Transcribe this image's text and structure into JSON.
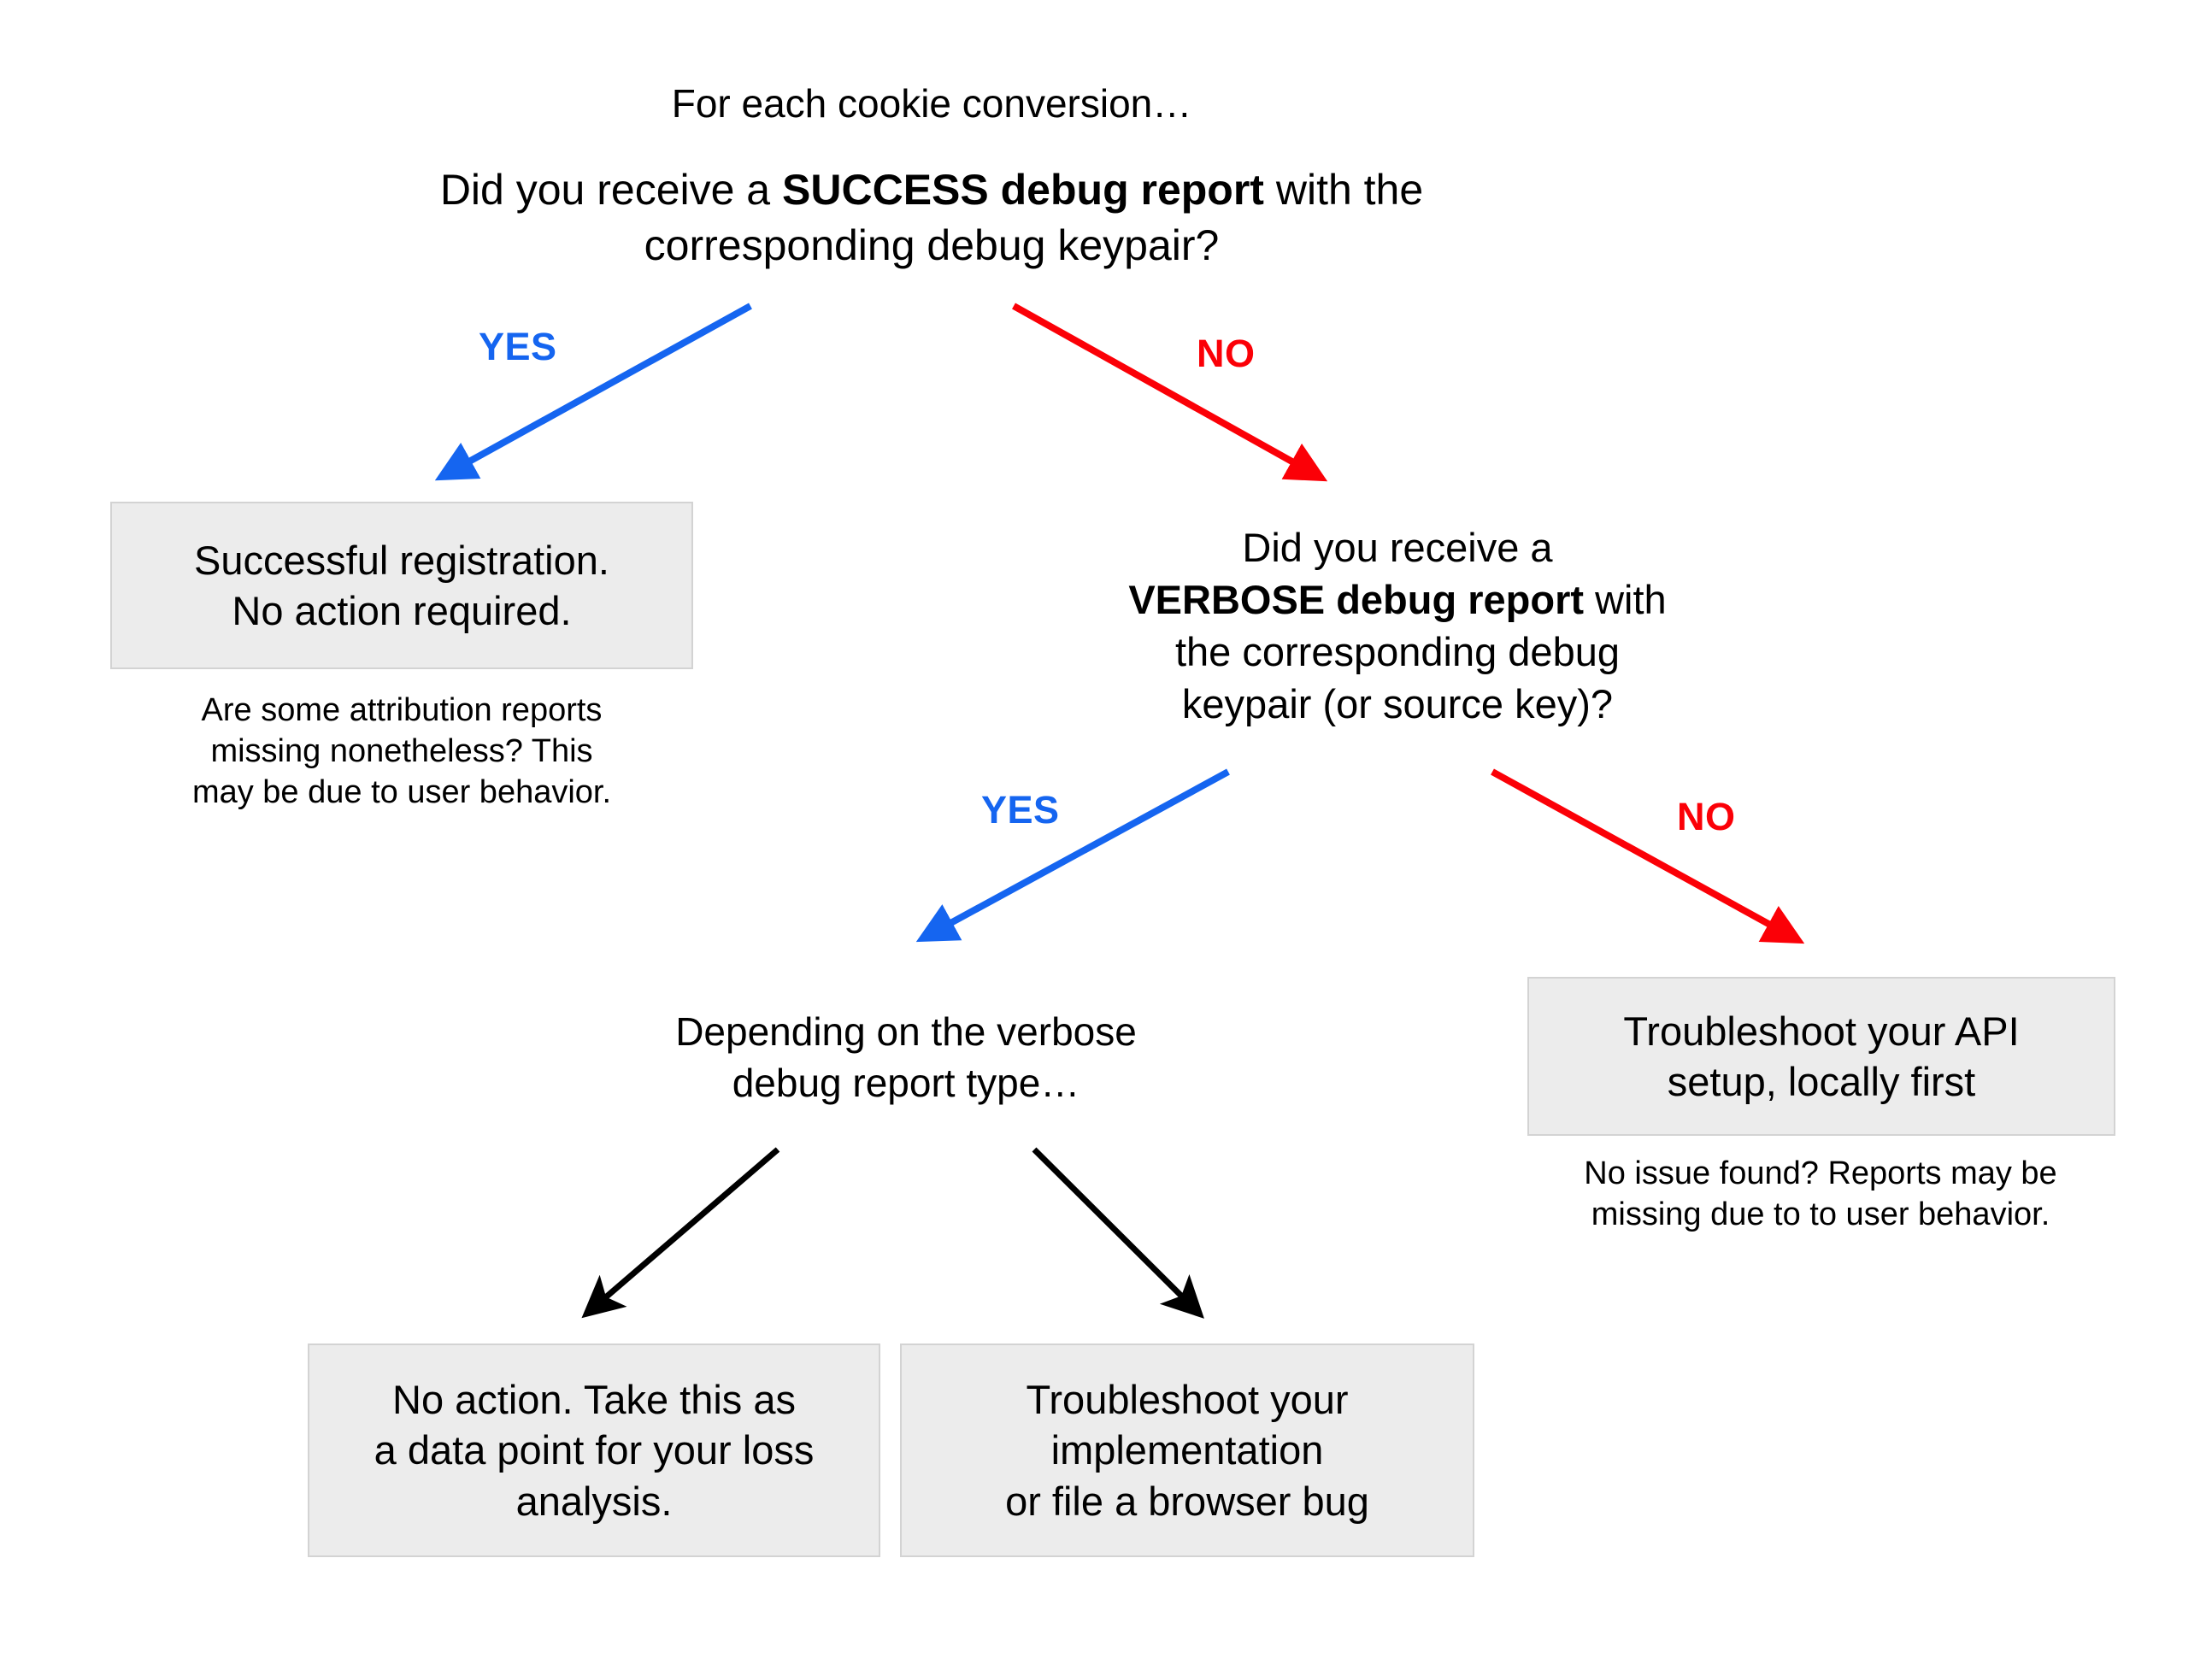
{
  "diagram": {
    "title_lead": "For each cookie conversion…",
    "root_question": {
      "prefix": "Did you receive a ",
      "emphasis": "SUCCESS debug report",
      "suffix": " with the\ncorresponding debug keypair?"
    },
    "second_question": {
      "prefix": "Did you receive a\n",
      "emphasis": "VERBOSE debug report",
      "suffix": " with\nthe corresponding debug\nkeypair (or source key)?"
    },
    "branch_split_text": "Depending on the verbose\ndebug report type…",
    "edges": [
      {
        "id": "root-yes",
        "label": "YES",
        "color": "#1565f0"
      },
      {
        "id": "root-no",
        "label": "NO",
        "color": "#fb0007"
      },
      {
        "id": "verbose-yes",
        "label": "YES",
        "color": "#1565f0"
      },
      {
        "id": "verbose-no",
        "label": "NO",
        "color": "#fb0007"
      },
      {
        "id": "type-left",
        "label": "",
        "color": "#000000"
      },
      {
        "id": "type-right",
        "label": "",
        "color": "#000000"
      }
    ],
    "boxes": [
      {
        "id": "successful-registration",
        "text": "Successful registration.\nNo action required."
      },
      {
        "id": "troubleshoot-api-setup",
        "text": "Troubleshoot your API\nsetup, locally first"
      },
      {
        "id": "no-action-loss-analysis",
        "text": "No action. Take this as\na data point for your loss\nanalysis."
      },
      {
        "id": "troubleshoot-implementation",
        "text": "Troubleshoot your\nimplementation\nor file a browser bug"
      }
    ],
    "captions": [
      {
        "id": "attribution-missing-note",
        "text": "Are some attribution reports\nmissing nonetheless? This\nmay be due to user behavior."
      },
      {
        "id": "no-issue-found-note",
        "text": "No issue found? Reports may be\nmissing due to to user behavior."
      }
    ],
    "colors": {
      "yes": "#1565f0",
      "no": "#fb0007",
      "neutral_arrow": "#000000",
      "box_fill": "#ececec",
      "box_border": "#d3d3d3",
      "text": "#000000",
      "background": "#ffffff"
    }
  }
}
